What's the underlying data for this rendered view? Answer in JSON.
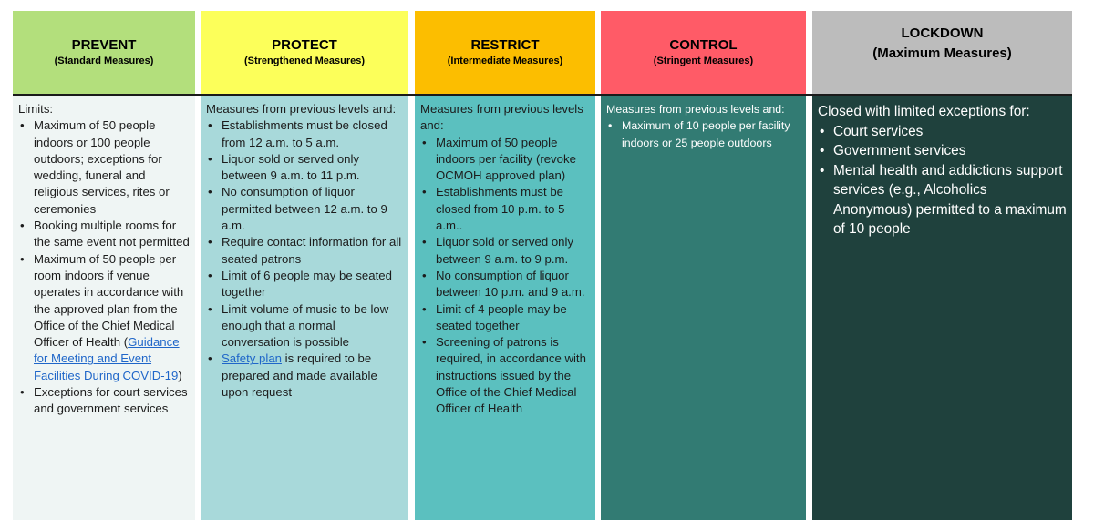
{
  "columns": [
    {
      "title": "PREVENT",
      "subtitle": "(Standard Measures)",
      "header_color": "#b3df7c",
      "body_color": "#eff5f4"
    },
    {
      "title": "PROTECT",
      "subtitle": "(Strengthened Measures)",
      "header_color": "#fcff5a",
      "body_color": "#a8d9da"
    },
    {
      "title": "RESTRICT",
      "subtitle": "(Intermediate Measures)",
      "header_color": "#fcbe00",
      "body_color": "#5bc0bf"
    },
    {
      "title": "CONTROL",
      "subtitle": "(Stringent Measures)",
      "header_color": "#ff5b67",
      "body_color": "#327b73"
    },
    {
      "title": "LOCKDOWN",
      "subtitle": "(Maximum Measures)",
      "header_color": "#bcbcbc",
      "body_color": "#1f413d"
    }
  ],
  "prevent": {
    "intro": "Limits:",
    "items": [
      "Maximum of 50 people indoors or 100 people outdoors; exceptions for wedding, funeral and religious services, rites or ceremonies",
      "Booking multiple rooms for the same event not permitted",
      "Maximum of 50 people per room indoors if venue operates in accordance with the approved plan from the Office of the Chief Medical Officer of Health (",
      "Exceptions for court services and government services"
    ],
    "guidance_link": "Guidance for Meeting and Event Facilities During COVID-19",
    "guidance_close": ")"
  },
  "protect": {
    "intro": "Measures from previous levels and:",
    "items": [
      "Establishments must be closed from 12 a.m. to 5 a.m.",
      "Liquor sold or served only between 9 a.m. to 11 p.m.",
      "No consumption of liquor permitted between 12 a.m. to 9 a.m.",
      "Require contact information for all seated patrons",
      "Limit of 6 people may be seated together",
      "Limit volume of music to be low enough that a normal conversation is possible"
    ],
    "safety_link": "Safety plan",
    "safety_rest": " is required to be prepared and made available upon request"
  },
  "restrict": {
    "intro": "Measures from previous levels and:",
    "items": [
      "Maximum of 50 people indoors per facility (revoke OCMOH approved plan)",
      "Establishments must be closed from 10 p.m. to 5 a.m..",
      "Liquor sold or served only between 9 a.m. to 9 p.m.",
      "No consumption of liquor between 10 p.m. and 9 a.m.",
      "Limit of 4 people may be seated together",
      "Screening of patrons is required, in accordance with instructions issued by the Office of the Chief Medical Officer of Health"
    ]
  },
  "control": {
    "intro": "Measures from previous levels and:",
    "items": [
      "Maximum of 10 people per facility indoors or 25 people outdoors"
    ]
  },
  "lockdown": {
    "intro": "Closed with limited exceptions for:",
    "items": [
      "Court services",
      "Government services",
      "Mental health and addictions support services (e.g., Alcoholics Anonymous) permitted to a maximum of 10 people"
    ]
  }
}
